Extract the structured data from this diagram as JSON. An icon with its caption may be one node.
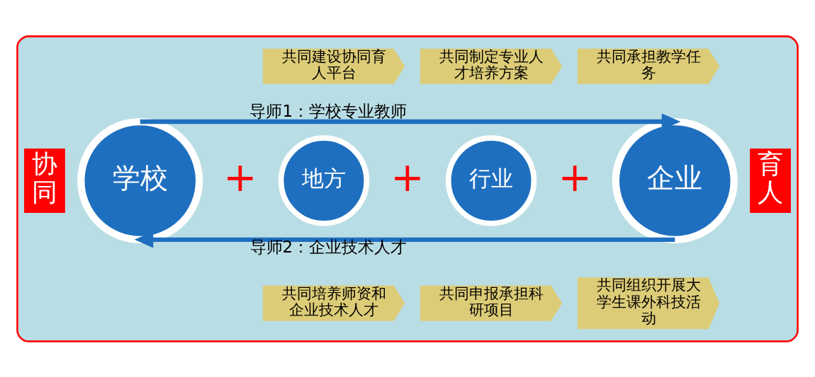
{
  "diagram": {
    "nodes": [
      {
        "text": [],
        "shape": "box"
      },
      {
        "text": [
          "协同"
        ],
        "in": 0
      },
      {
        "text": [
          "学校"
        ],
        "in": 0
      },
      {
        "text": [
          "地方"
        ],
        "in": 0
      },
      {
        "text": [
          "行业"
        ],
        "in": 0
      },
      {
        "text": [
          "企业"
        ],
        "in": 0
      },
      {
        "text": [
          "育人"
        ],
        "in": 0
      },
      {
        "text": [
          "共同建设协同育人平台"
        ],
        "in": 0
      },
      {
        "text": [
          "共同制定专业人才培养方案"
        ],
        "in": 0
      },
      {
        "text": [
          "共同承担教学任务"
        ],
        "in": 0
      },
      {
        "text": [
          "共同培养师资和企业技术人才"
        ],
        "in": 0
      },
      {
        "text": [
          "共同申报承担科研项目"
        ],
        "in": 0
      },
      {
        "text": [
          "共同组织开展大学生课外科技活动"
        ],
        "in": 0
      }
    ],
    "edges": [
      {
        "from": 2,
        "to": 5,
        "arrow": "to",
        "label": "导师1：学校专业教师"
      },
      {
        "from": 5,
        "to": 2,
        "arrow": "to",
        "label": "导师2：企业技术人才"
      }
    ],
    "labels": [
      "+",
      "+",
      "+"
    ]
  }
}
